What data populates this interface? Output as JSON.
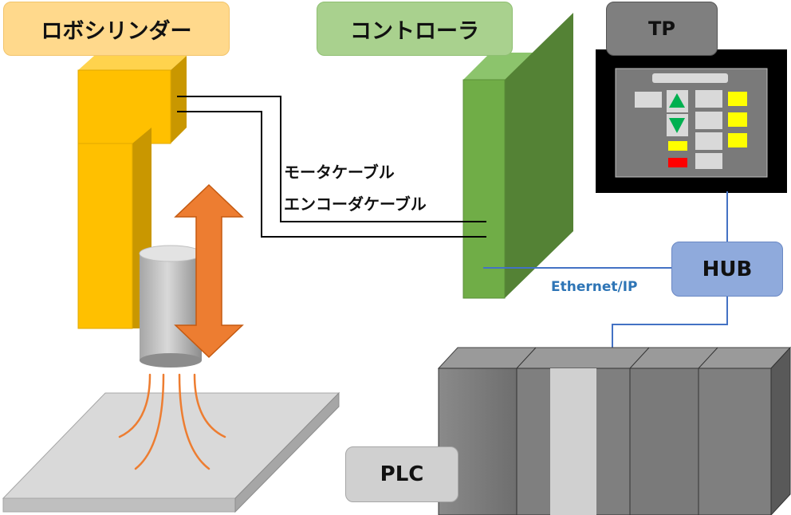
{
  "labels": {
    "robocylinder": "ロボシリンダー",
    "controller": "コントローラ",
    "tp": "TP",
    "hub": "HUB",
    "plc": "PLC"
  },
  "cables": {
    "motor_cable": "モータケーブル",
    "encoder_cable": "エンコーダケーブル",
    "network": "Ethernet/IP"
  },
  "colors": {
    "robocylinder_label_fill": "#FFD98C",
    "robocylinder_body": "#FFC000",
    "robocylinder_shade": "#C99700",
    "controller_label_fill": "#A9D18E",
    "controller_front": "#70AD47",
    "controller_side": "#548235",
    "tp_label_fill": "#7F7F7F",
    "hub_fill": "#8FAADC",
    "plc_label_fill": "#D0D0D0",
    "arrow": "#ED7D31",
    "network_line": "#4472C4",
    "network_text": "#2E75B6"
  }
}
